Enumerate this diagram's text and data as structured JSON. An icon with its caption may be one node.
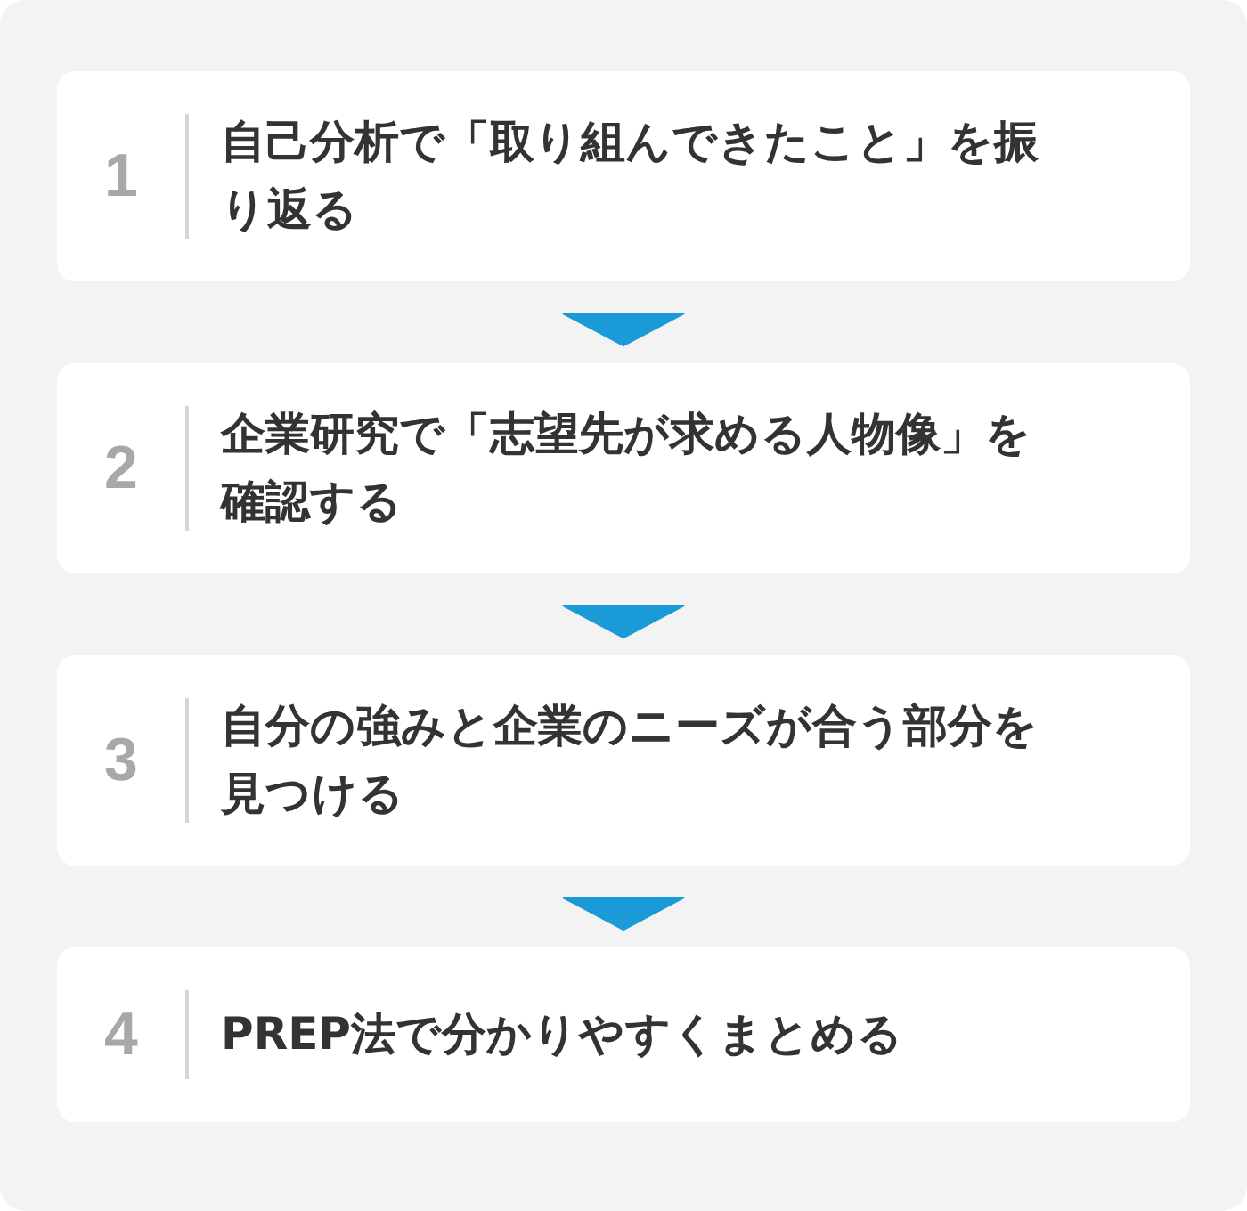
{
  "diagram": {
    "nodes": [
      {
        "text": [
          "1",
          "自己分析で「取り組んできたこと」を振り返る"
        ]
      },
      {
        "text": [
          "2",
          "企業研究で「志望先が求める人物像」を確認する"
        ]
      },
      {
        "text": [
          "3",
          "自分の強みと企業のニーズが合う部分を見つける"
        ]
      },
      {
        "text": [
          "4",
          "PREP法で分かりやすくまとめる"
        ]
      }
    ],
    "edges": [
      {
        "from": 0,
        "to": 1,
        "arrow": "to"
      },
      {
        "from": 1,
        "to": 2,
        "arrow": "to"
      },
      {
        "from": 2,
        "to": 3,
        "arrow": "to"
      }
    ]
  }
}
